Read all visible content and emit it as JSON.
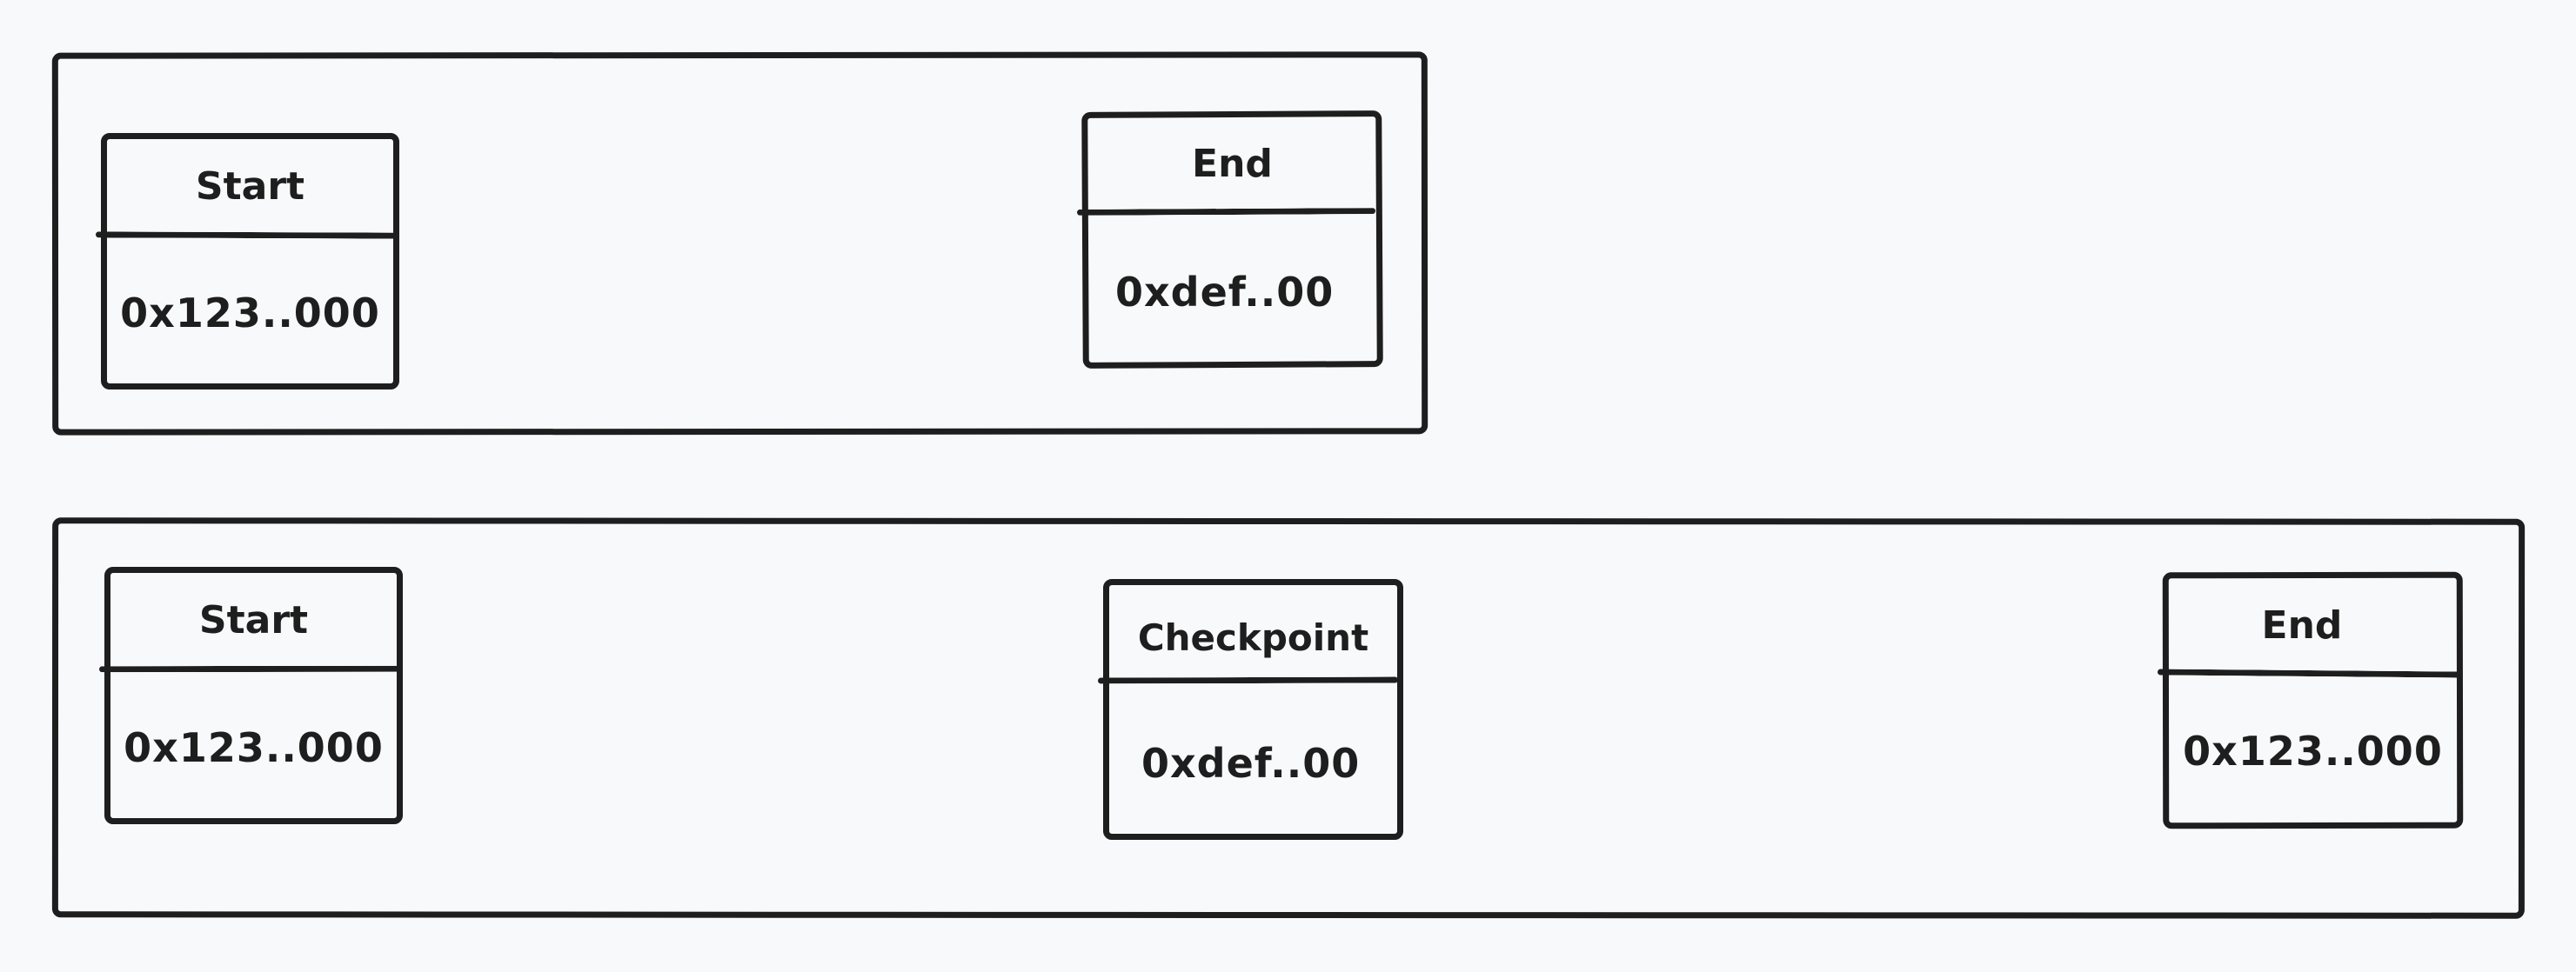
{
  "diagram": {
    "top_row": {
      "start": {
        "title": "Start",
        "value": "0x123..000"
      },
      "end": {
        "title": "End",
        "value": "0xdef..00"
      }
    },
    "bottom_row": {
      "start": {
        "title": "Start",
        "value": "0x123..000"
      },
      "checkpoint": {
        "title": "Checkpoint",
        "value": "0xdef..00"
      },
      "end": {
        "title": "End",
        "value": "0x123..000"
      }
    }
  }
}
